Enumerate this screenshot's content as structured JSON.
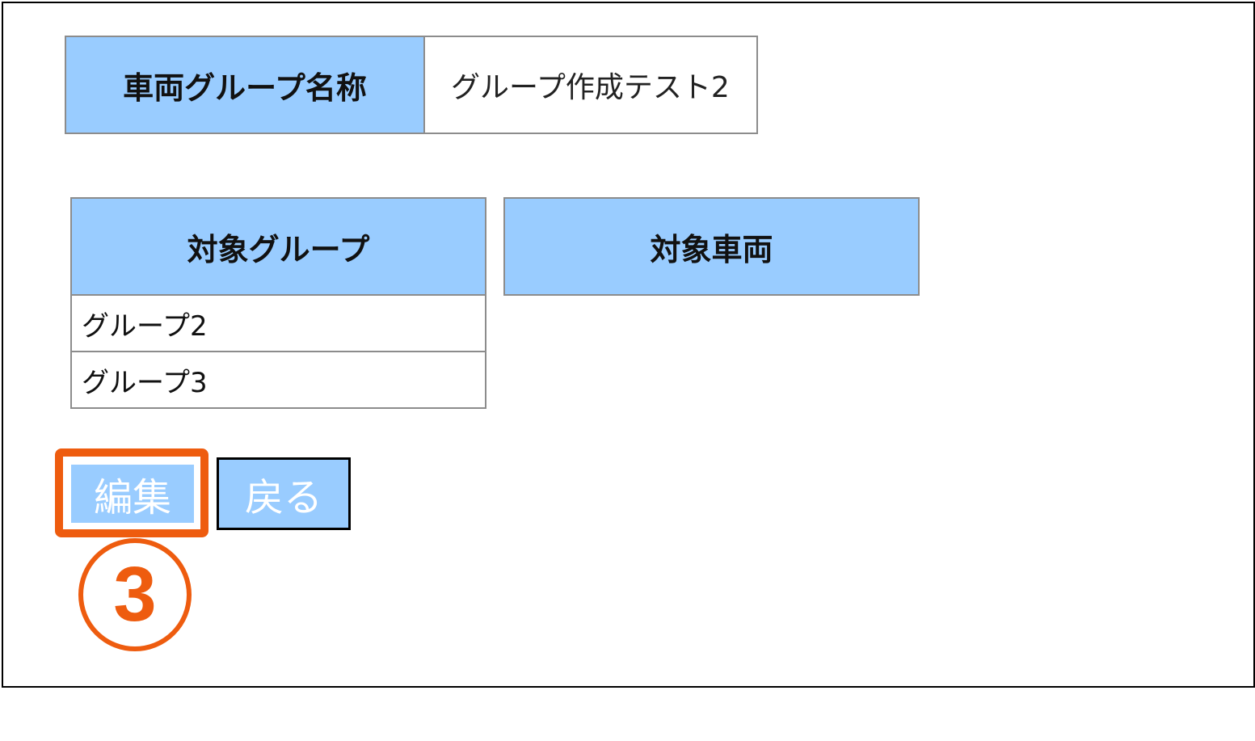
{
  "group_name": {
    "label": "車両グループ名称",
    "value": "グループ作成テスト2"
  },
  "target_groups": {
    "header": "対象グループ",
    "rows": [
      "グループ2",
      "グループ3"
    ]
  },
  "target_vehicles": {
    "header": "対象車両"
  },
  "buttons": {
    "edit": "編集",
    "back": "戻る"
  },
  "annotation": {
    "step": "3"
  },
  "colors": {
    "header_bg": "#99ccff",
    "button_bg": "#99ccff",
    "highlight": "#ee5c0f",
    "border": "#8c8c8c"
  }
}
